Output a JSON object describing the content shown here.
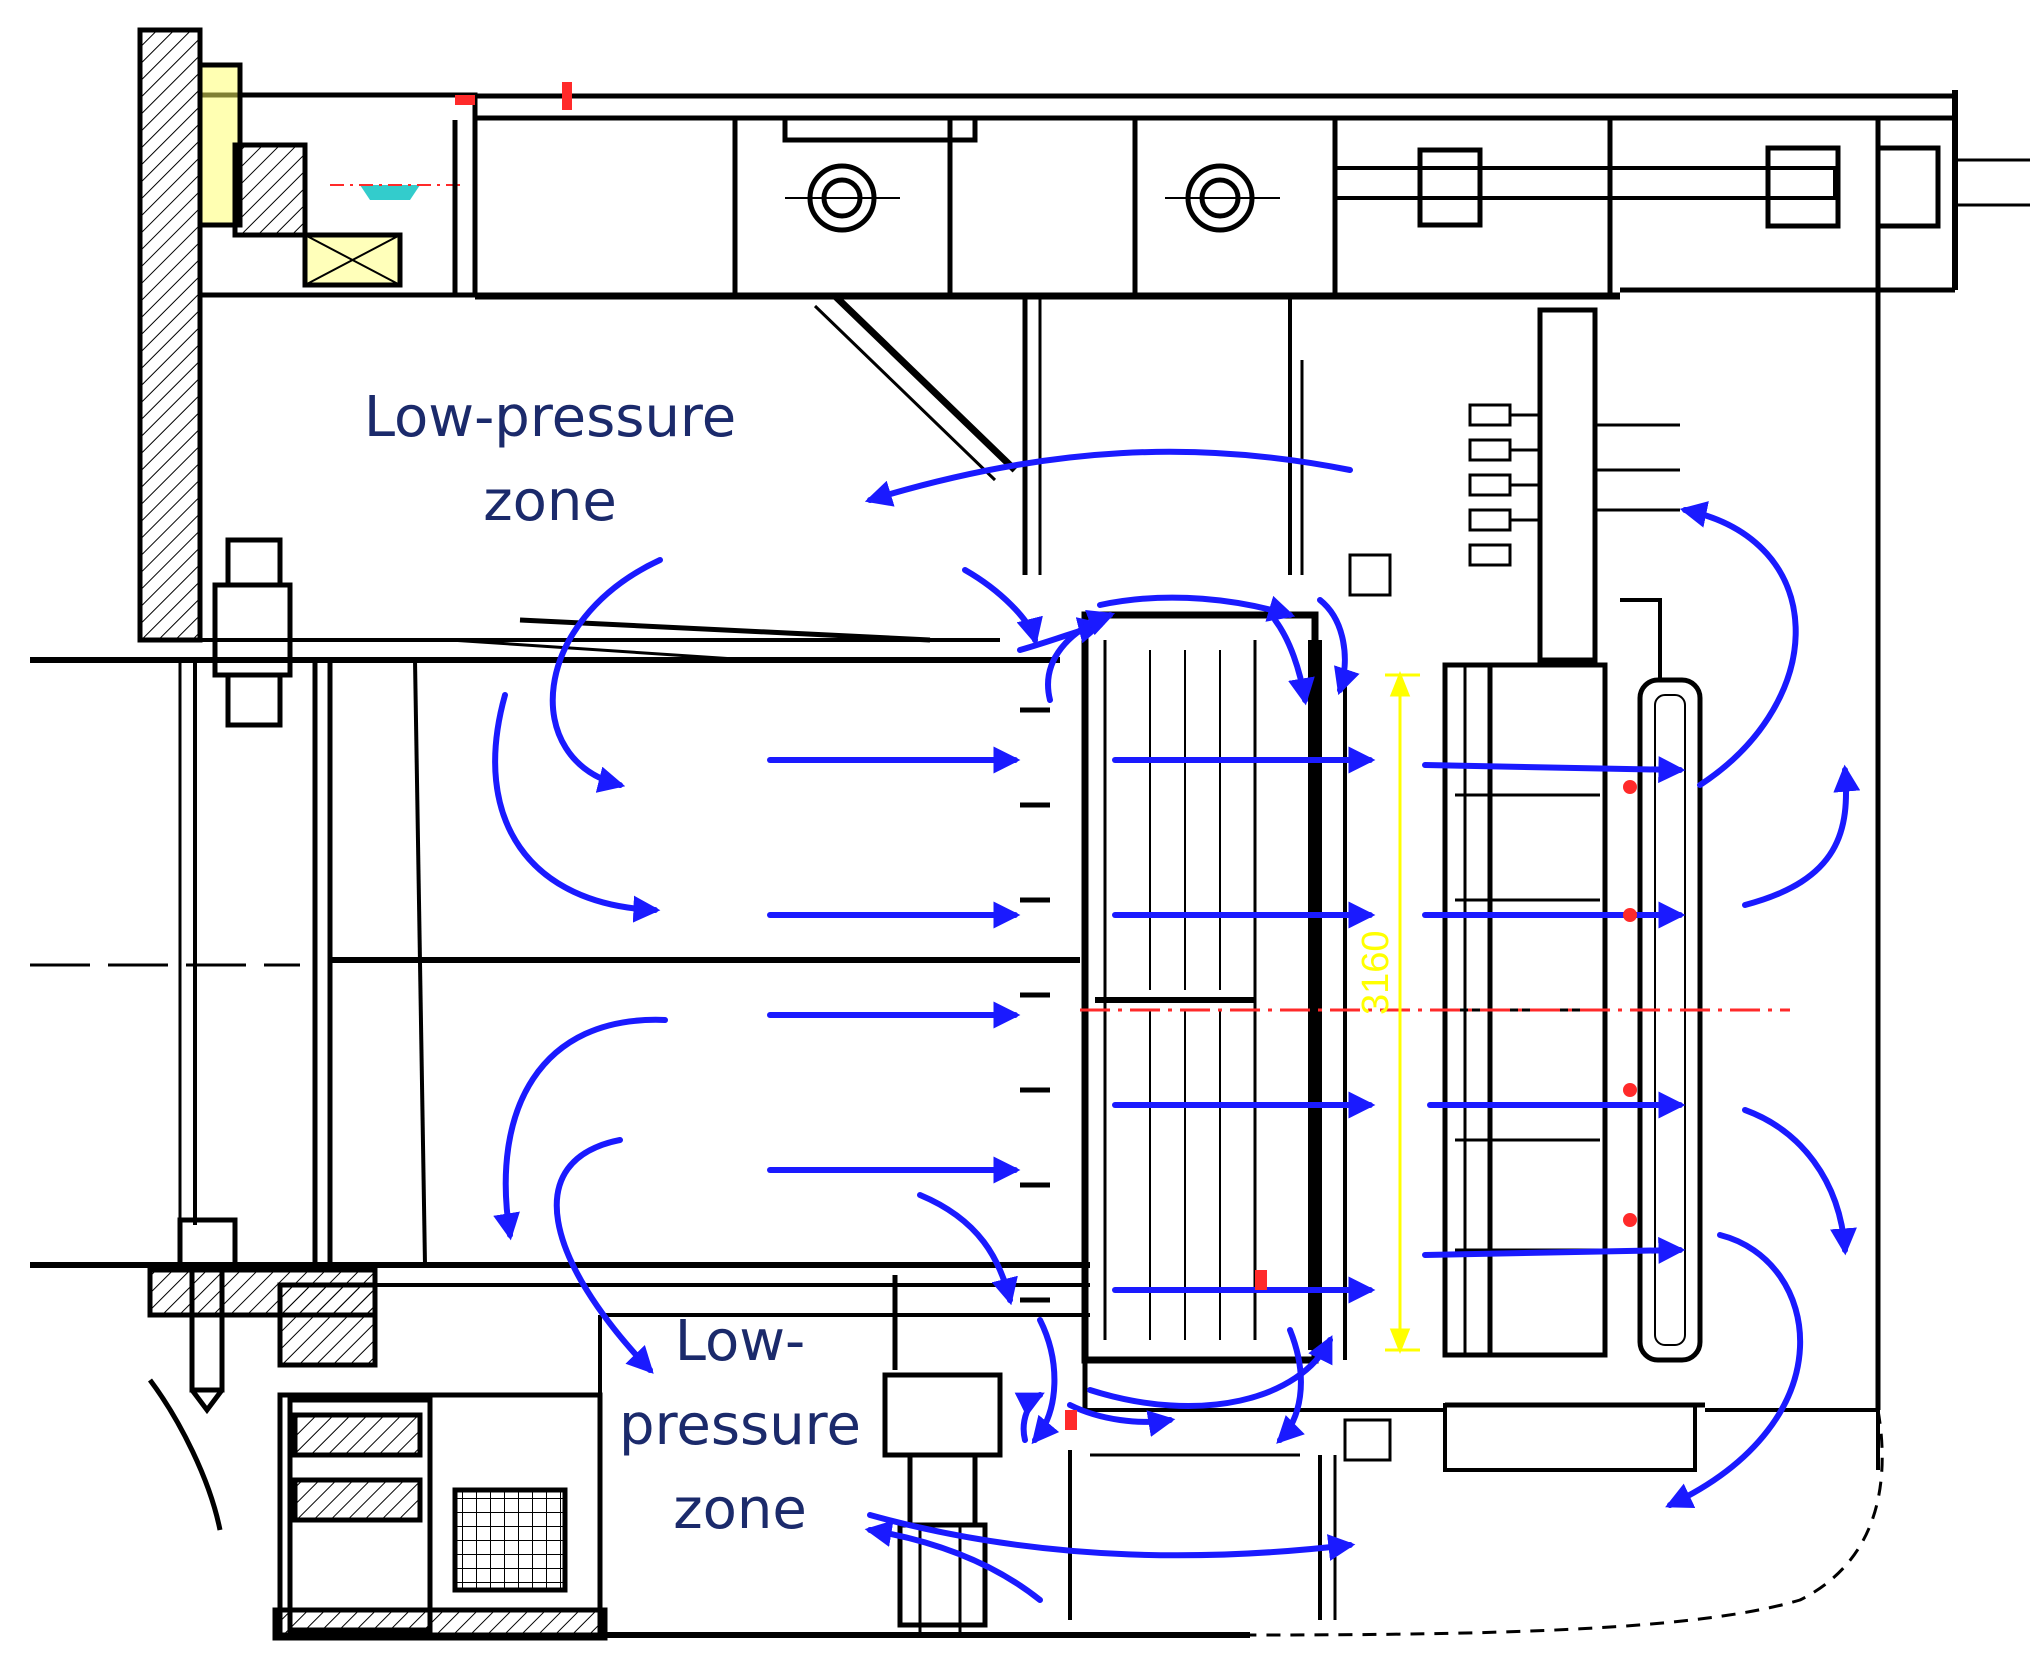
{
  "zones": [
    {
      "id": "upper",
      "lines": [
        "Low-pressure",
        "zone"
      ]
    },
    {
      "id": "lower",
      "lines": [
        "Low-",
        "pressure",
        "zone"
      ]
    }
  ],
  "dimension": {
    "value": "3160"
  },
  "colors": {
    "structure": "#000000",
    "flow_arrow": "#1a1aff",
    "label_text": "#1b2a6b",
    "centerline": "#ff2a2a",
    "dimension": "#ffff00",
    "hatch_fill": "#ffff66",
    "coolant": "#33cccc"
  },
  "icons": [
    "flow-arrow-icon",
    "bolt-icon",
    "bearing-icon",
    "centerline-icon"
  ]
}
